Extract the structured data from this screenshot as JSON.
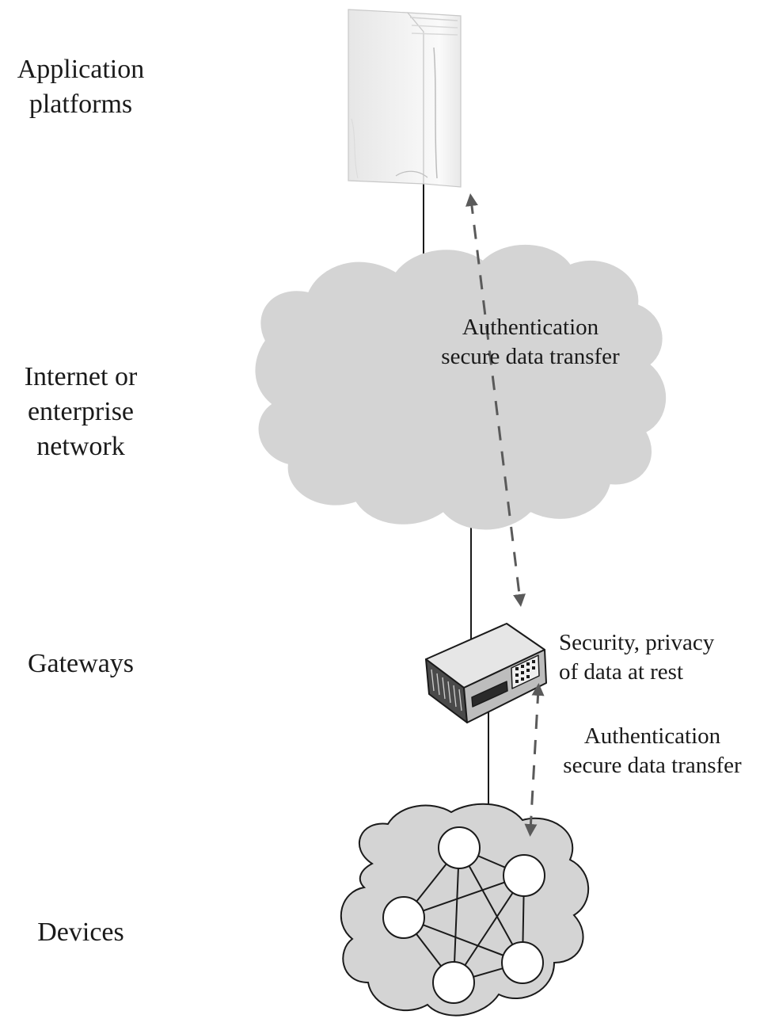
{
  "layers": {
    "application_platforms": "Application\nplatforms",
    "internet_network": "Internet or\nenterprise\nnetwork",
    "gateways": "Gateways",
    "devices": "Devices"
  },
  "annotations": {
    "upper_transfer": "Authentication\nsecure data transfer",
    "gateway_security": "Security, privacy\nof data at rest",
    "lower_transfer": "Authentication\nsecure data transfer"
  },
  "icons": {
    "server": "server-tower-icon",
    "network": "cloud-icon",
    "gateway": "gateway-appliance-icon",
    "devices": "device-mesh-cloud-icon"
  },
  "colors": {
    "cloud_fill": "#d4d4d4",
    "line": "#1a1a1a",
    "arrow": "#5a5a5a"
  }
}
